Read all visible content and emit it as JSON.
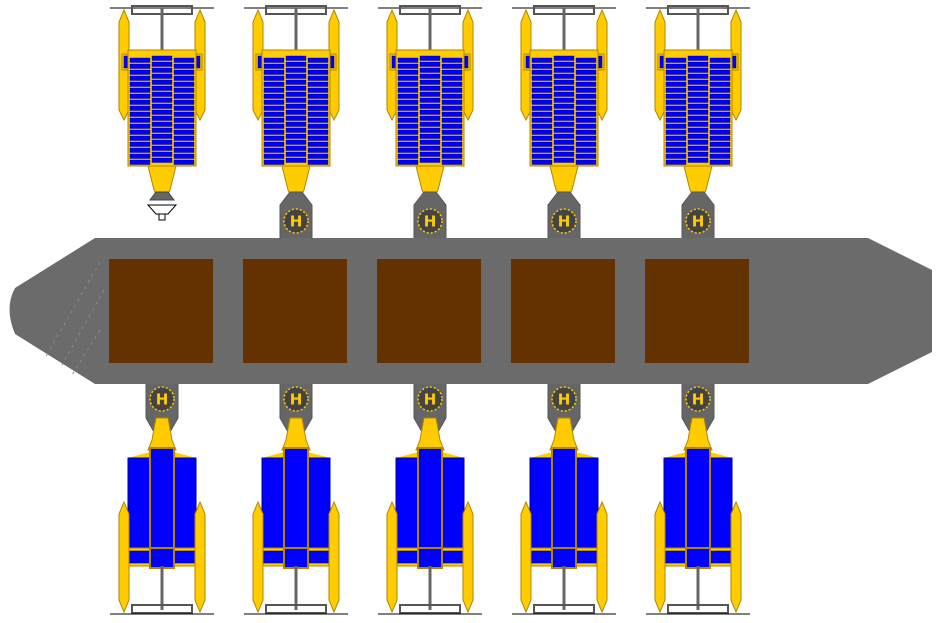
{
  "colors": {
    "background": "#ffffff",
    "hull": "#6b6b6b",
    "hull_detail": "#8a8a8a",
    "cargo_bay": "#643200",
    "vessel_yellow": "#ffcc00",
    "vessel_outline": "#b38600",
    "panel_blue": "#0000ff",
    "panel_outline": "#000066",
    "strut": "#555555",
    "pad_text": "#ffcc00"
  },
  "helipad_label": "H",
  "modules": [
    {
      "id": "module-1",
      "top_docked": false
    },
    {
      "id": "module-2",
      "top_docked": true
    },
    {
      "id": "module-3",
      "top_docked": true
    },
    {
      "id": "module-4",
      "top_docked": true
    },
    {
      "id": "module-5",
      "top_docked": true
    }
  ]
}
